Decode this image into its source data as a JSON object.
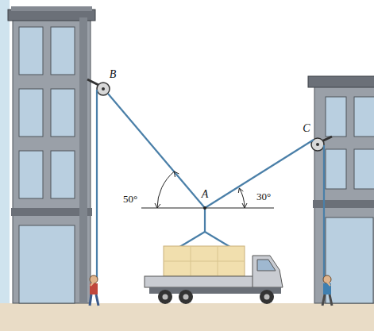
{
  "diagram": {
    "labels": [
      "B",
      "C",
      "50°",
      "A",
      "30°"
    ]
  }
}
